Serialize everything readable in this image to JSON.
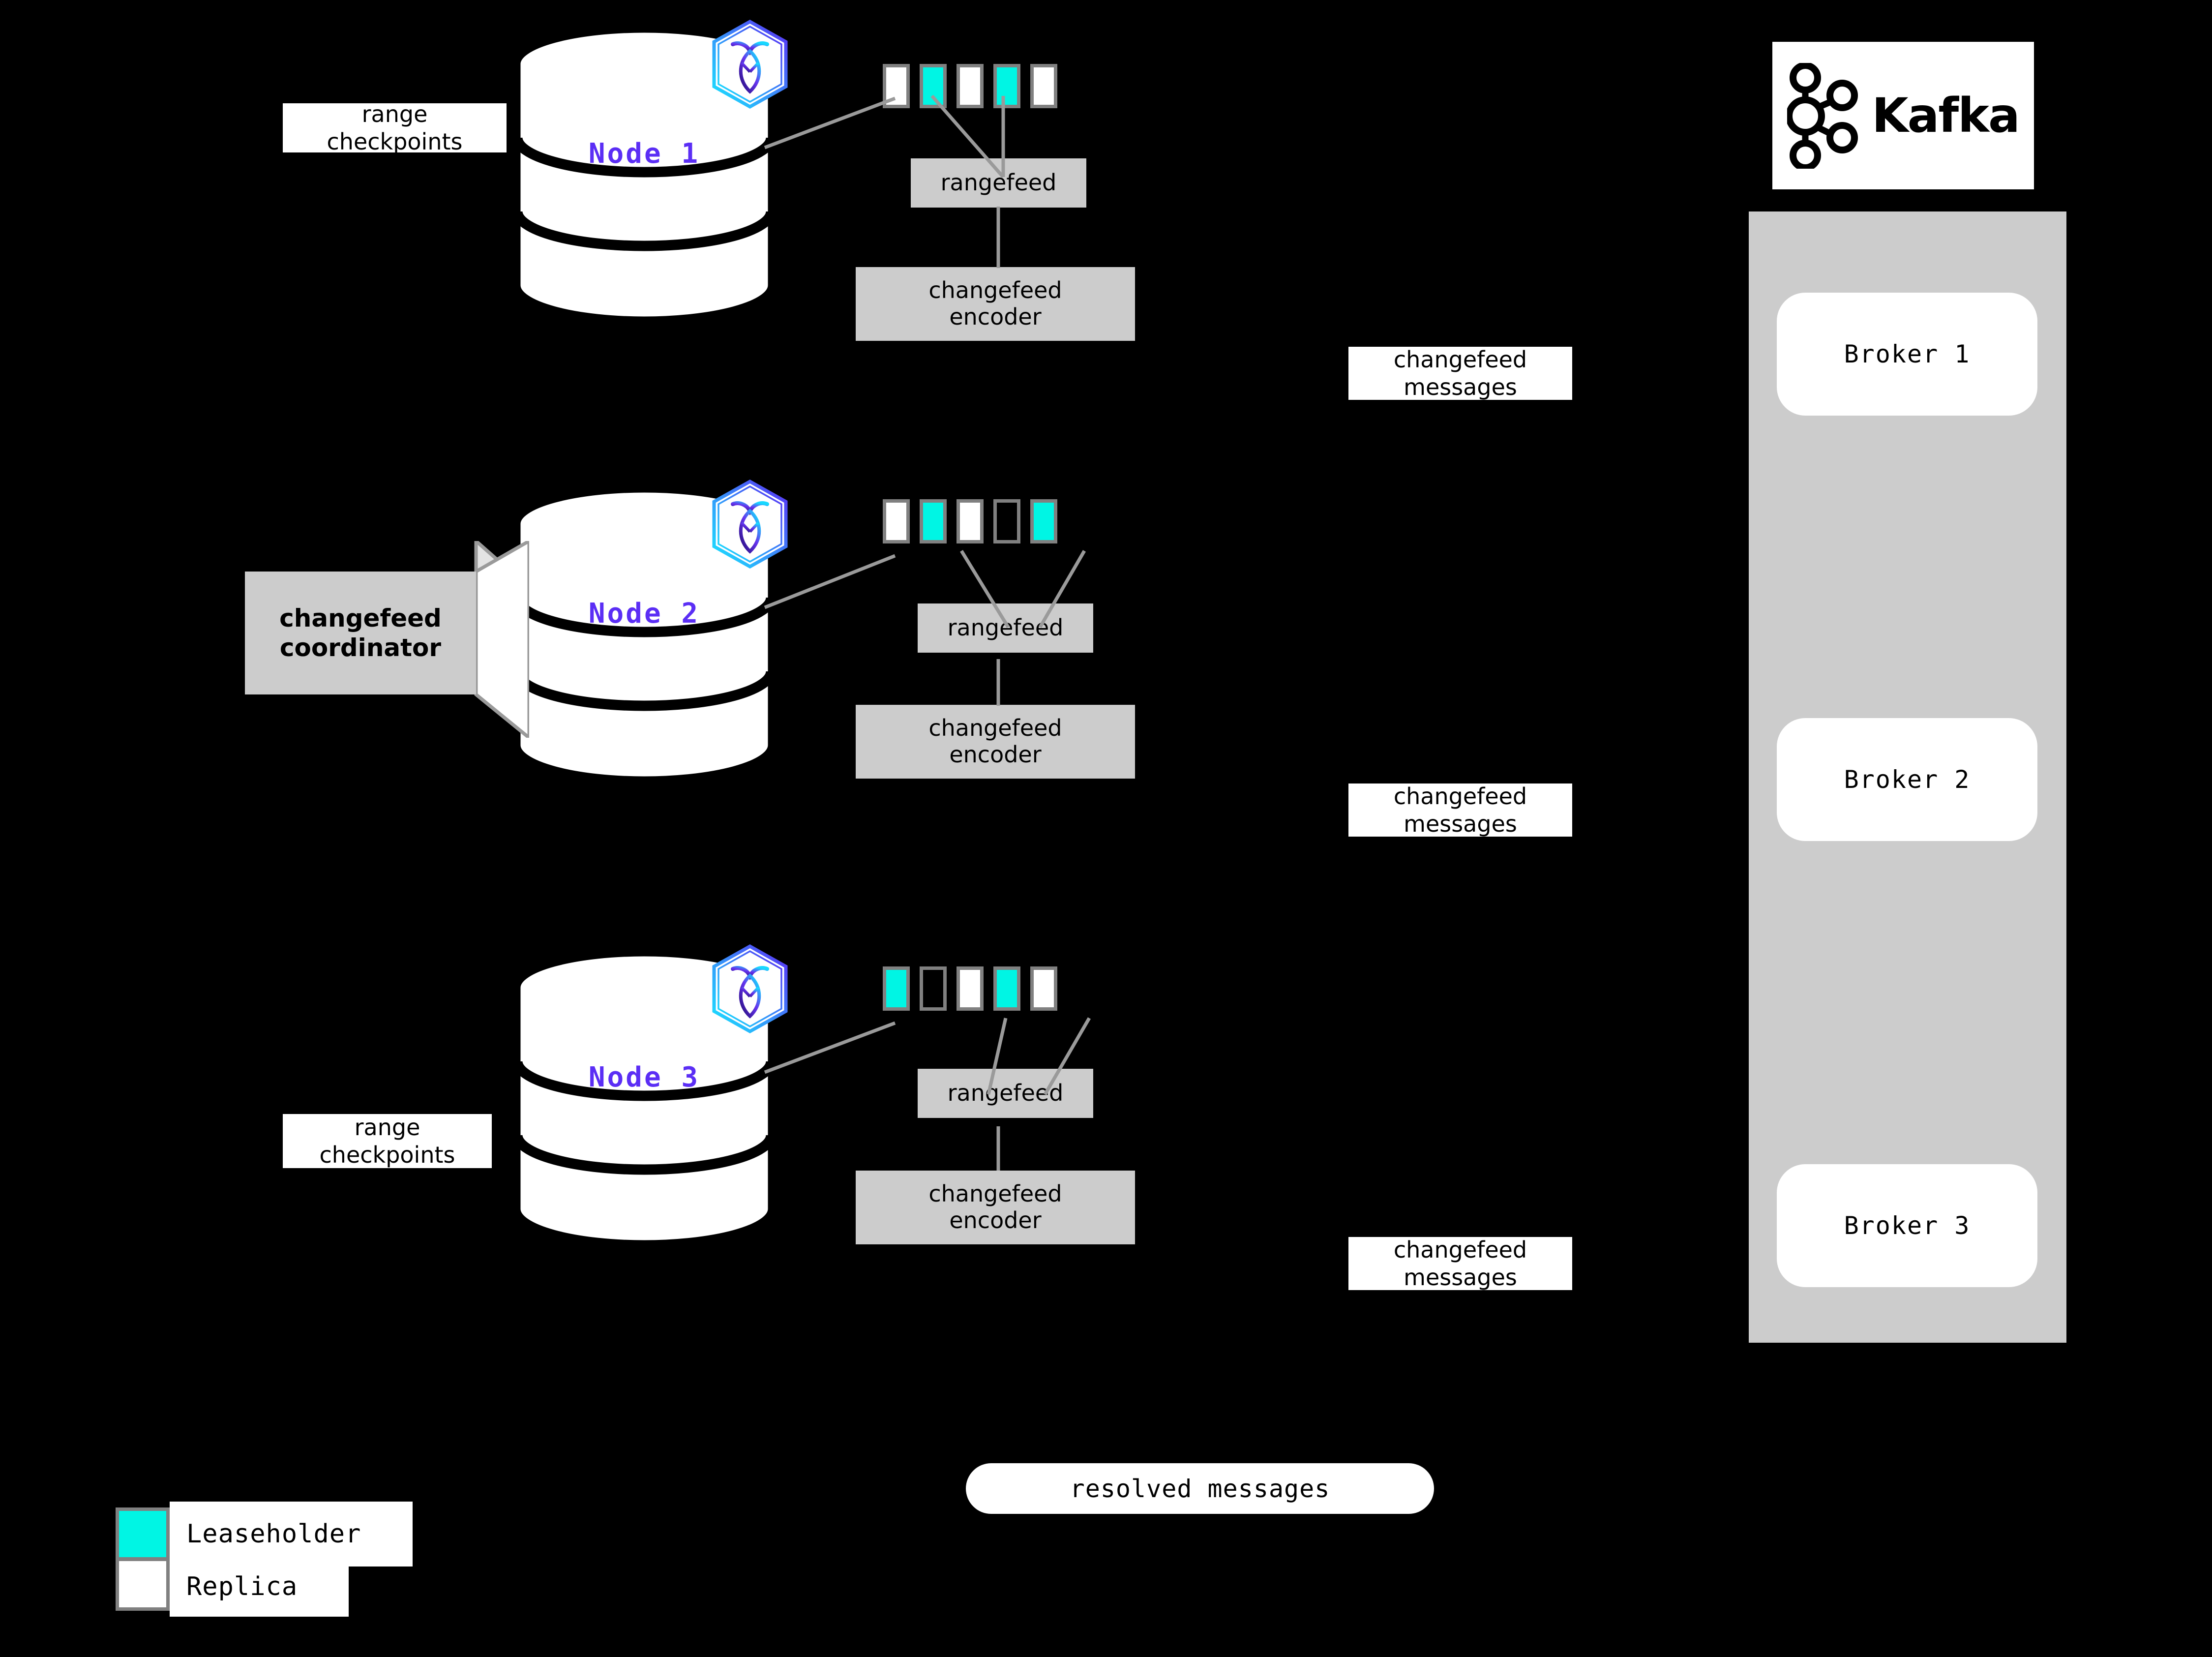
{
  "diagram": {
    "title": "CockroachDB changefeed to Kafka architecture",
    "background_color": "#000000",
    "accent_leaseholder_color": "#00F5E4",
    "accent_node_label_color": "#5B2EF5",
    "process_box_color": "#CCCCCC"
  },
  "nodes": [
    {
      "id": "node1",
      "label": "Node 1",
      "range_label": "range\ncheckpoints",
      "has_range_label": true,
      "has_coordinator": false,
      "rangefeed_label": "rangefeed",
      "encoder_label": "changefeed\nencoder",
      "ranges": [
        "replica",
        "leaseholder",
        "replica",
        "leaseholder",
        "replica"
      ]
    },
    {
      "id": "node2",
      "label": "Node 2",
      "range_label": "",
      "has_range_label": false,
      "has_coordinator": true,
      "coordinator_label": "changefeed\ncoordinator",
      "rangefeed_label": "rangefeed",
      "encoder_label": "changefeed\nencoder",
      "ranges": [
        "replica",
        "leaseholder",
        "replica",
        "empty",
        "leaseholder"
      ]
    },
    {
      "id": "node3",
      "label": "Node 3",
      "range_label": "range\ncheckpoints",
      "has_range_label": true,
      "has_coordinator": false,
      "rangefeed_label": "rangefeed",
      "encoder_label": "changefeed\nencoder",
      "ranges": [
        "leaseholder",
        "empty",
        "replica",
        "leaseholder",
        "replica"
      ]
    }
  ],
  "messages": [
    {
      "id": "msg1",
      "label": "changefeed\nmessages"
    },
    {
      "id": "msg2",
      "label": "changefeed\nmessages"
    },
    {
      "id": "msg3",
      "label": "changefeed\nmessages"
    }
  ],
  "resolved": {
    "label": "resolved messages"
  },
  "kafka": {
    "wordmark": "Kafka",
    "logo_icon": "kafka-node-graph-icon",
    "brokers": [
      {
        "id": "broker1",
        "label": "Broker 1"
      },
      {
        "id": "broker2",
        "label": "Broker 2"
      },
      {
        "id": "broker3",
        "label": "Broker 3"
      }
    ]
  },
  "legend": {
    "items": [
      {
        "swatch": "leaseholder",
        "color": "#00F5E4",
        "label": "Leaseholder"
      },
      {
        "swatch": "replica",
        "color": "#FFFFFF",
        "label": "Replica"
      }
    ]
  }
}
